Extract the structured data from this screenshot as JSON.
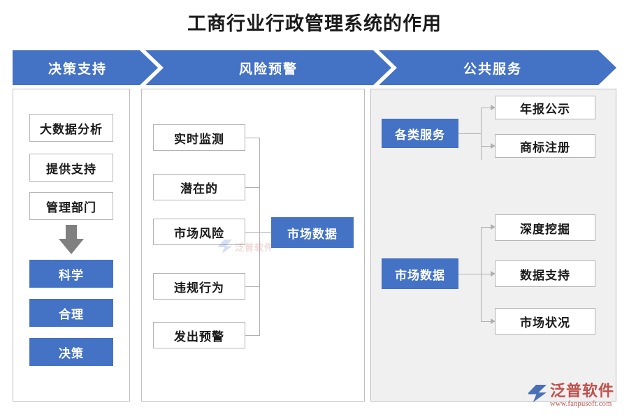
{
  "page": {
    "title": "工商行业行政管理系统的作用",
    "accent_blue": "#4472C4",
    "panel_gray": "#F0F0F0",
    "border_gray": "#b4b4b4",
    "arrow_gray": "#808080"
  },
  "banner": {
    "steps": [
      {
        "label": "决策支持"
      },
      {
        "label": "风险预警"
      },
      {
        "label": "公共服务"
      }
    ]
  },
  "columns": {
    "decision_support": {
      "plain_nodes": [
        {
          "label": "大数据分析"
        },
        {
          "label": "提供支持"
        },
        {
          "label": "管理部门"
        }
      ],
      "connector_icon": "down-arrow-icon",
      "blue_nodes": [
        {
          "label": "科学"
        },
        {
          "label": "合理"
        },
        {
          "label": "决策"
        }
      ]
    },
    "risk_warning": {
      "sources": [
        {
          "label": "实时监测"
        },
        {
          "label": "潜在的"
        },
        {
          "label": "市场风险"
        },
        {
          "label": "违规行为"
        },
        {
          "label": "发出预警"
        }
      ],
      "target": {
        "label": "市场数据"
      }
    },
    "public_service": {
      "groups": [
        {
          "hub": {
            "label": "各类服务"
          },
          "leaves": [
            {
              "label": "年报公示"
            },
            {
              "label": "商标注册"
            }
          ]
        },
        {
          "hub": {
            "label": "市场数据"
          },
          "leaves": [
            {
              "label": "深度挖掘"
            },
            {
              "label": "数据支持"
            },
            {
              "label": "市场状况"
            }
          ]
        }
      ]
    }
  },
  "watermark": {
    "center_text": "泛普软件"
  },
  "logo": {
    "brand": "泛普软件",
    "url": "www.fanpusoft.com"
  }
}
